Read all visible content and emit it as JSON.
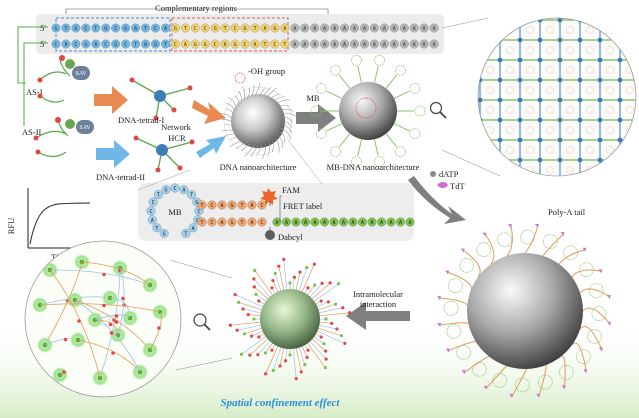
{
  "header": {
    "complementary_regions": "Complementary regions"
  },
  "strands": {
    "prime5": "5'",
    "prime3": "3'",
    "top_seq": [
      "G",
      "T",
      "G",
      "C",
      "T",
      "G",
      "C",
      "G",
      "A",
      "T",
      "C",
      "A",
      "G",
      "T",
      "C",
      "C",
      "G",
      "T",
      "C",
      "G",
      "T",
      "A",
      "G",
      "A",
      "A",
      "A",
      "A",
      "A",
      "A",
      "A",
      "A",
      "A",
      "A",
      "A",
      "A",
      "A",
      "A",
      "A",
      "A"
    ],
    "bottom_seq": [
      "C",
      "A",
      "C",
      "G",
      "A",
      "C",
      "G",
      "C",
      "T",
      "A",
      "G",
      "T",
      "C",
      "A",
      "G",
      "G",
      "C",
      "A",
      "G",
      "C",
      "A",
      "T",
      "C",
      "T",
      "A",
      "A",
      "A",
      "A",
      "A",
      "A",
      "A",
      "A",
      "A",
      "A",
      "A",
      "A",
      "A",
      "A",
      "A"
    ]
  },
  "labels": {
    "as1": "AS-I",
    "as2": "AS-II",
    "sav1": "SAV",
    "sav2": "SAV",
    "tetrad1": "DNA-tetrad-I",
    "tetrad2": "DNA-tetrad-II",
    "oh_group": "-OH group",
    "network": "Network",
    "hcr": "HCR",
    "mb_arrow": "MB",
    "dna_nano": "DNA nanoarchitecture",
    "mbdna_nano": "MB-DNA nanoarchitecture",
    "dATP": "dATP",
    "tdt": "TdT",
    "fam": "FAM",
    "fret": "FRET label",
    "dabcyl": "Dabcyl",
    "mb_loop": "MB",
    "rfu": "RFU",
    "time": "Time",
    "polya": "Poly-A tail",
    "intra1": "Intramolecular",
    "intra2": "interaction",
    "spatial": "Spatial confinement effect"
  },
  "mb": {
    "loop_seq": [
      "G",
      "T",
      "A",
      "C",
      "C",
      "T",
      "G",
      "C",
      "A",
      "T",
      "G",
      "C",
      "G",
      "A",
      "T"
    ],
    "stem_seq": [
      "T",
      "C",
      "A",
      "G",
      "T",
      "A",
      "C"
    ],
    "tail_seq": [
      "A",
      "A",
      "A",
      "A",
      "A",
      "A",
      "A",
      "A",
      "A",
      "A",
      "A",
      "A",
      "A",
      "A",
      "A"
    ]
  },
  "colors": {
    "blue_nt": "#6db6e6",
    "yellow_nt": "#f2d36b",
    "grey_nt": "#b5b5b5",
    "orange_nt": "#f2a46b",
    "green_nt": "#7cc24a",
    "loop_nt": "#9fd0ee",
    "accent_arrow": "#e98a52",
    "spatial_text": "#2b8fd9"
  }
}
